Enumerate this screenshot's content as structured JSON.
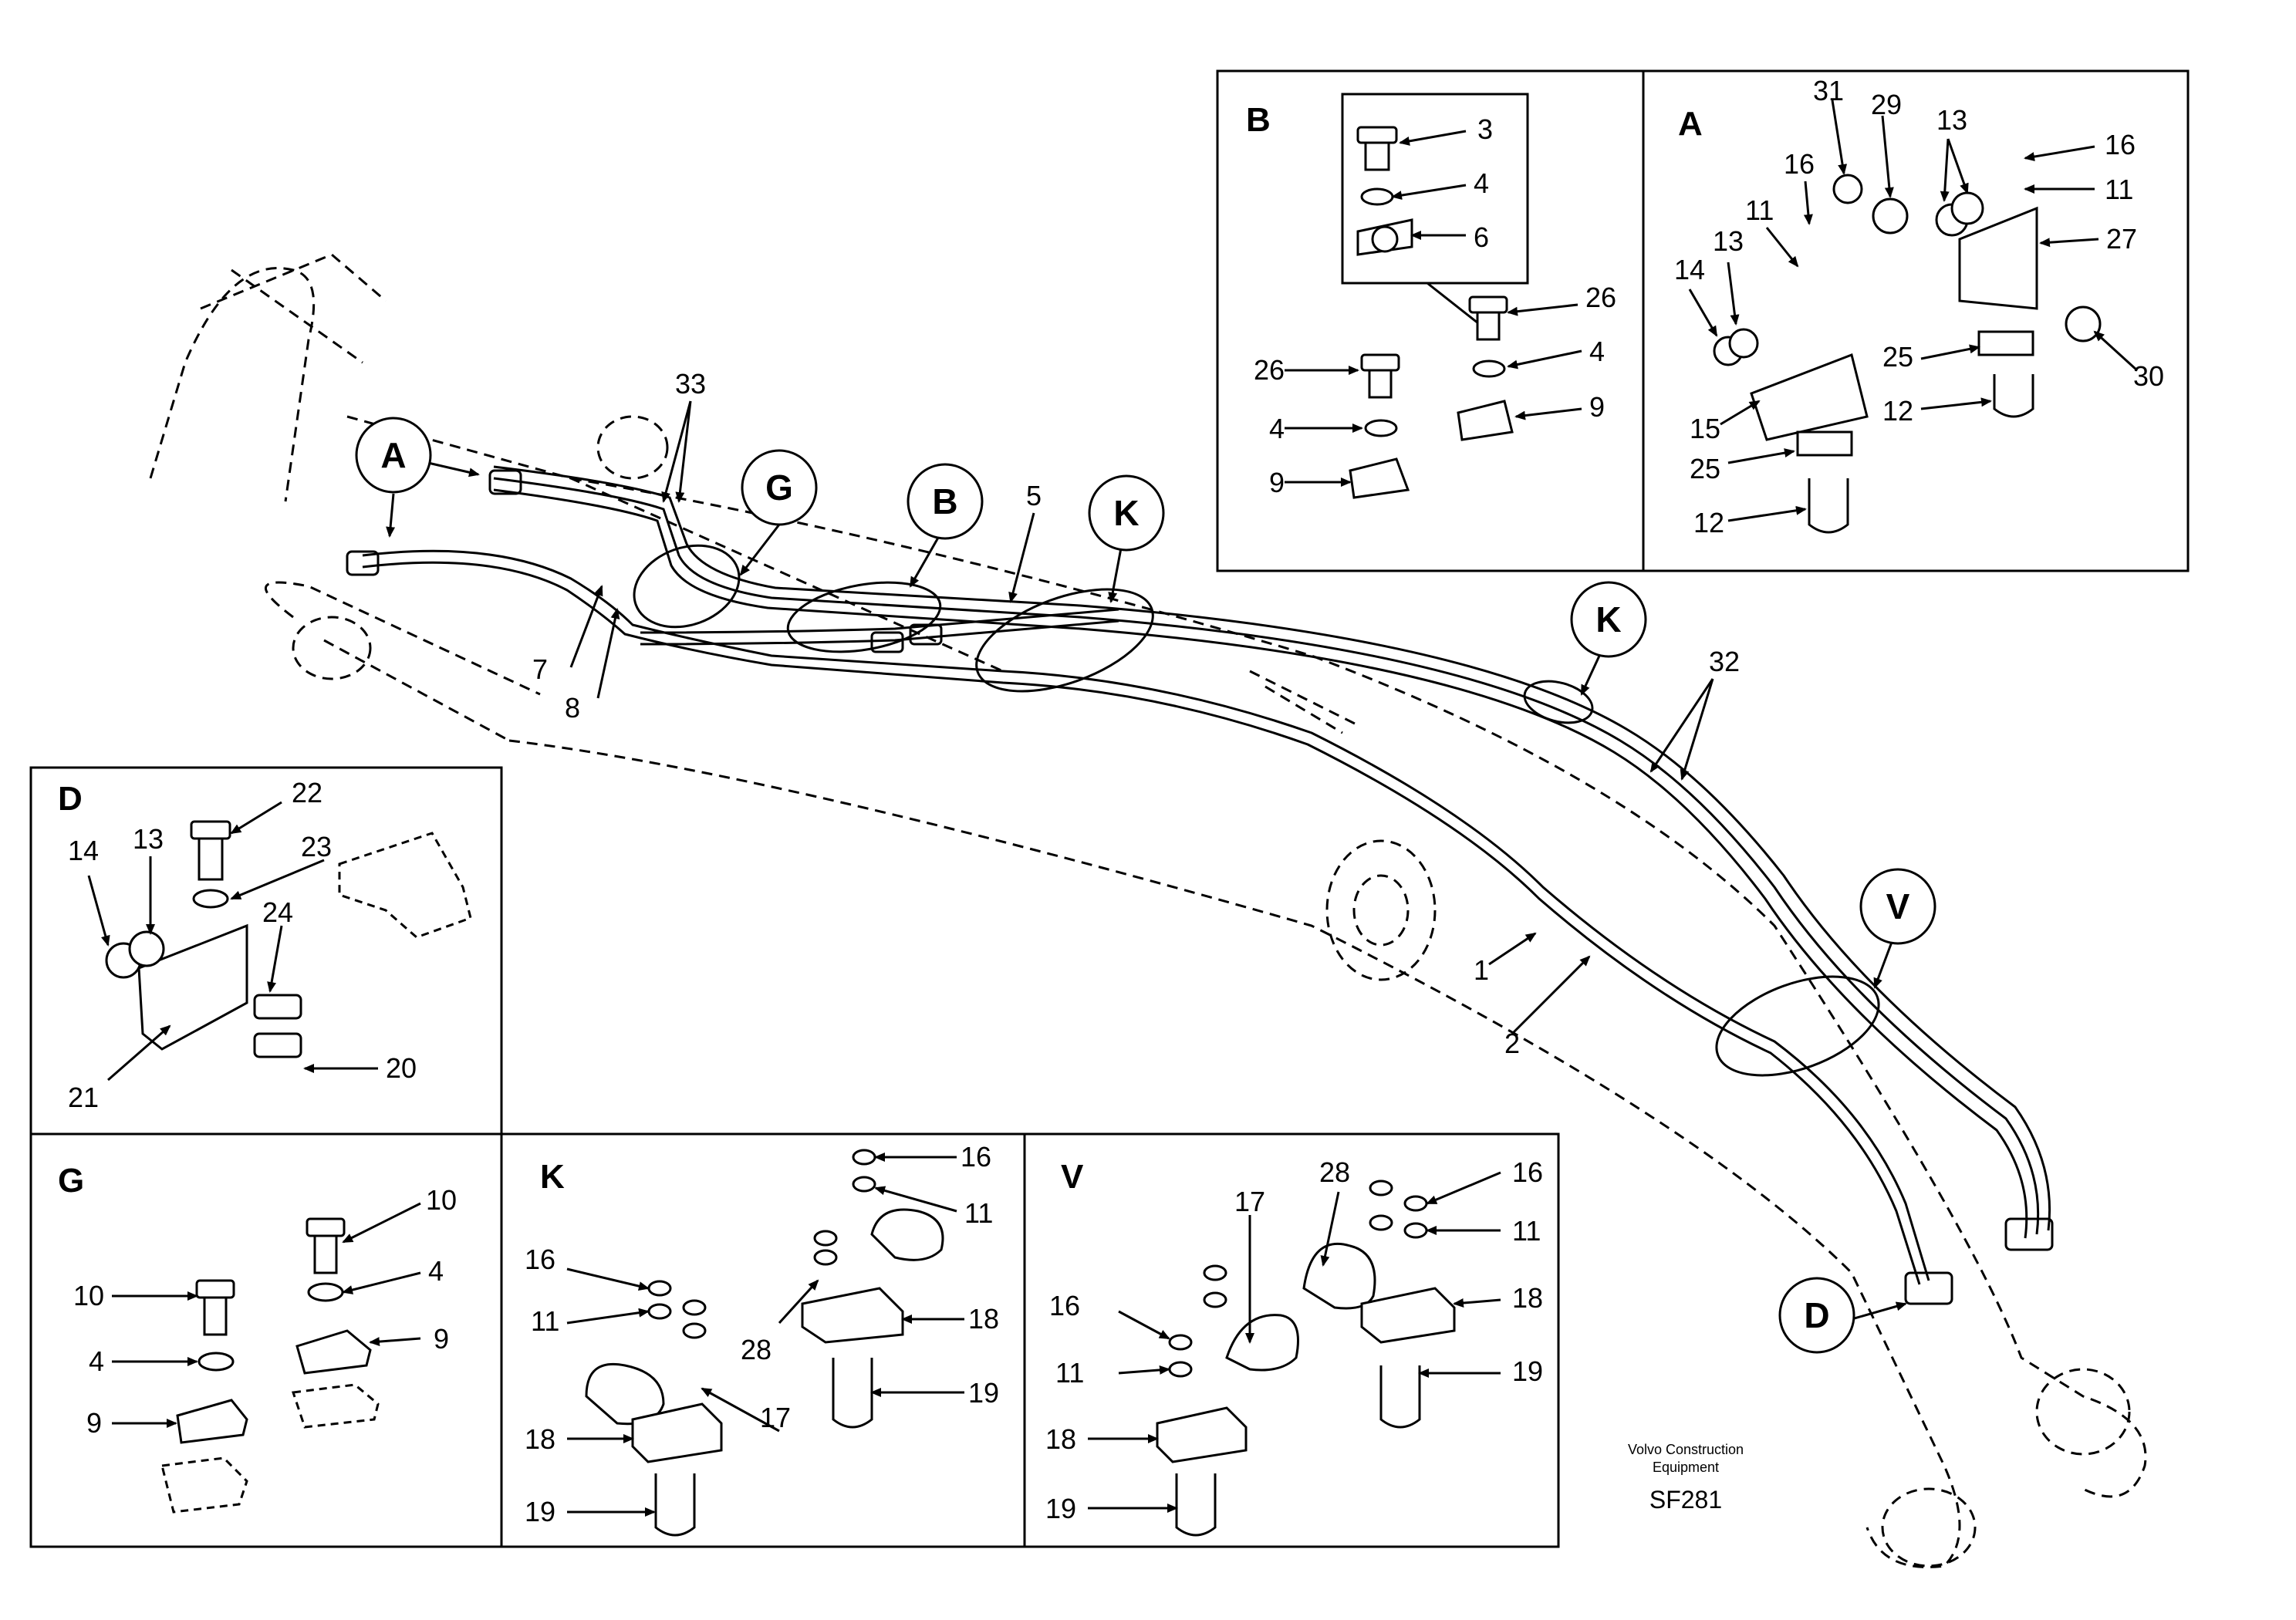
{
  "callouts": {
    "A": "A",
    "B": "B",
    "G": "G",
    "K": "K",
    "K2": "K",
    "V": "V",
    "D": "D"
  },
  "main_numbers": {
    "n33": "33",
    "n5": "5",
    "n7": "7",
    "n8": "8",
    "n32": "32",
    "n1": "1",
    "n2": "2"
  },
  "panel_B": {
    "title": "B",
    "n3": "3",
    "n4a": "4",
    "n6": "6",
    "n26a": "26",
    "n4b": "4",
    "n9a": "9",
    "n26b": "26",
    "n4c": "4",
    "n9b": "9"
  },
  "panel_A": {
    "title": "A",
    "n31": "31",
    "n29": "29",
    "n13": "13",
    "n16a": "16",
    "n11a": "11",
    "n16b": "16",
    "n11b": "11",
    "n27": "27",
    "n14": "14",
    "n13b": "13",
    "n25a": "25",
    "n30": "30",
    "n15": "15",
    "n12a": "12",
    "n25b": "25",
    "n12b": "12"
  },
  "panel_D": {
    "title": "D",
    "n22": "22",
    "n14": "14",
    "n13": "13",
    "n23": "23",
    "n24": "24",
    "n20": "20",
    "n21": "21"
  },
  "panel_G": {
    "title": "G",
    "n10a": "10",
    "n10b": "10",
    "n4a": "4",
    "n4b": "4",
    "n9a": "9",
    "n9b": "9"
  },
  "panel_K": {
    "title": "K",
    "n16a": "16",
    "n11a": "11",
    "n16b": "16",
    "n11b": "11",
    "n28": "28",
    "n18a": "18",
    "n17": "17",
    "n19a": "19",
    "n18b": "18",
    "n19b": "19"
  },
  "panel_V": {
    "title": "V",
    "n28": "28",
    "n16a": "16",
    "n17": "17",
    "n11a": "11",
    "n18a": "18",
    "n16b": "16",
    "n11b": "11",
    "n19a": "19",
    "n18b": "18",
    "n19b": "19"
  },
  "footer": {
    "maker_line1": "Volvo Construction",
    "maker_line2": "Equipment",
    "code": "SF281"
  }
}
